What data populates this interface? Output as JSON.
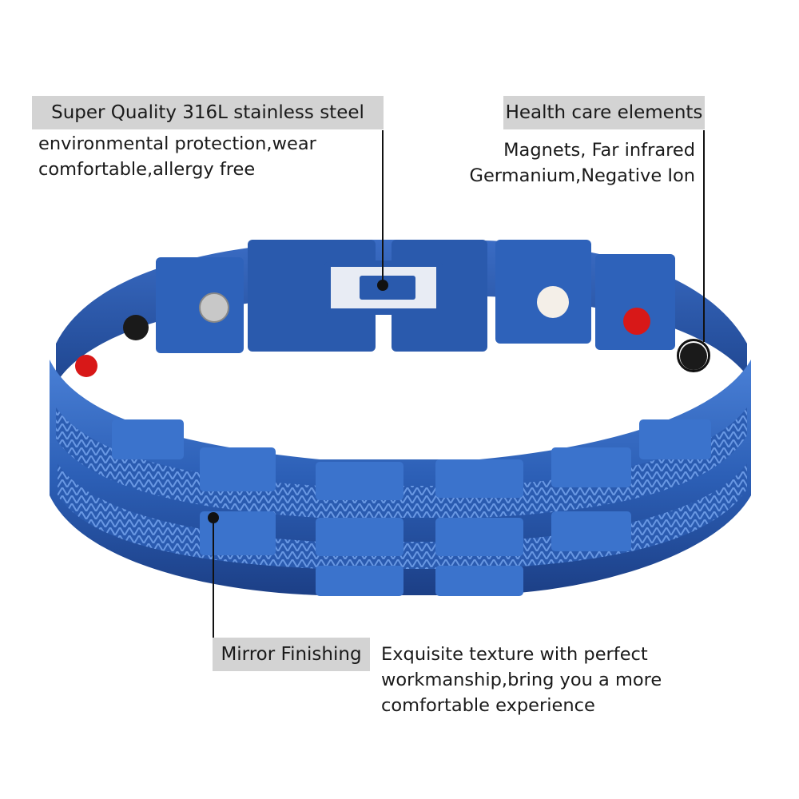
{
  "callouts": {
    "steel": {
      "title": "Super Quality 316L stainless steel",
      "lines": [
        "environmental protection,wear",
        "comfortable,allergy free"
      ]
    },
    "health": {
      "title": "Health care elements",
      "lines": [
        "Magnets, Far infrared",
        "Germanium,Negative Ion"
      ]
    },
    "finish": {
      "title": "Mirror Finishing",
      "lines": [
        "Exquisite texture with perfect",
        "workmanship,bring you a more",
        "comfortable experience"
      ]
    }
  },
  "colors": {
    "label_bg": "#d3d3d3",
    "bracelet_blue": "#2f63b8",
    "bracelet_dark": "#1d3f80",
    "gem_red": "#d81818",
    "gem_black": "#1a1a1a",
    "gem_white": "#f4efe8",
    "gem_silver": "#c8c8c8"
  }
}
